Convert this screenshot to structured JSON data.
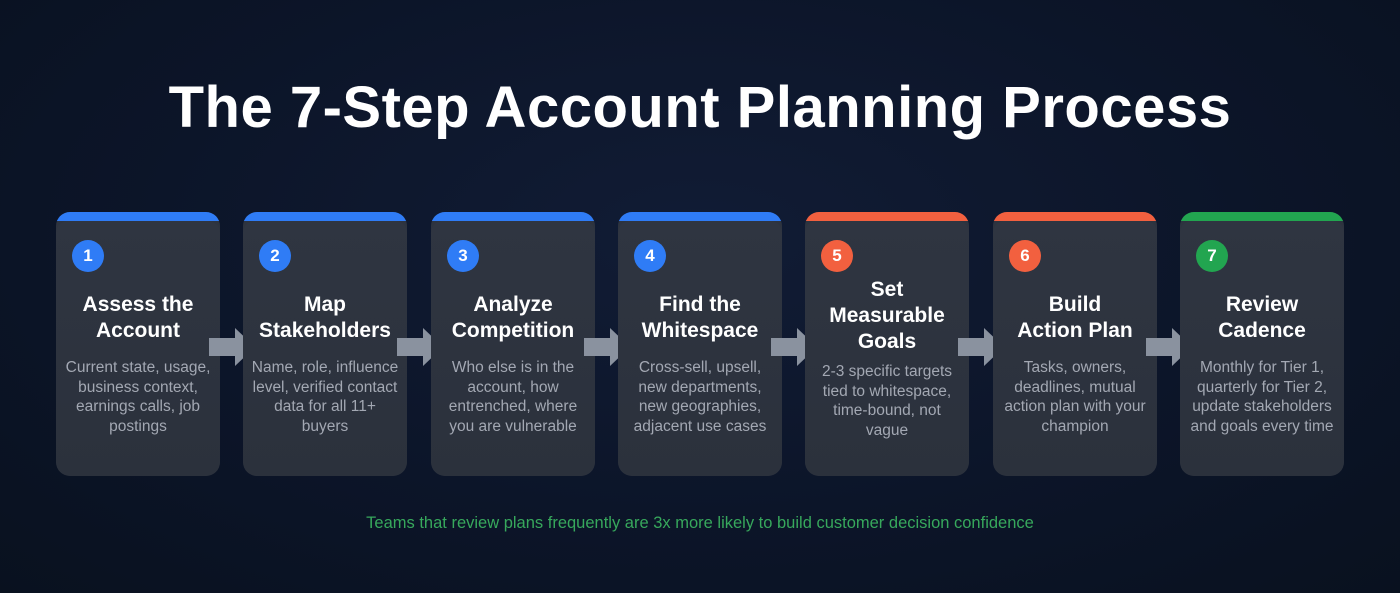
{
  "title": "The 7-Step Account Planning Process",
  "colors": {
    "background": "#0c1529",
    "card": "#2d333f",
    "blue": "#2f7cf6",
    "orange": "#f2603f",
    "green": "#22a550",
    "arrow": "#8a929f",
    "footer_text": "#37a85c",
    "description_text": "#a3a8b3"
  },
  "steps": [
    {
      "number": "1",
      "title_line1": "Assess the",
      "title_line2": "Account",
      "title_line3": "",
      "accent": "blue",
      "description": "Current state, usage, business context, earnings calls, job postings"
    },
    {
      "number": "2",
      "title_line1": "Map",
      "title_line2": "Stakeholders",
      "title_line3": "",
      "accent": "blue",
      "description": "Name, role, influence level, verified contact data for all 11+ buyers"
    },
    {
      "number": "3",
      "title_line1": "Analyze",
      "title_line2": "Competition",
      "title_line3": "",
      "accent": "blue",
      "description": "Who else is in the account, how entrenched, where you are vulnerable"
    },
    {
      "number": "4",
      "title_line1": "Find the",
      "title_line2": "Whitespace",
      "title_line3": "",
      "accent": "blue",
      "description": "Cross-sell, upsell, new departments, new geographies, adjacent use cases"
    },
    {
      "number": "5",
      "title_line1": "Set",
      "title_line2": "Measurable",
      "title_line3": "Goals",
      "accent": "orange",
      "description": "2-3 specific targets tied to whitespace, time-bound, not vague"
    },
    {
      "number": "6",
      "title_line1": "Build",
      "title_line2": "Action Plan",
      "title_line3": "",
      "accent": "orange",
      "description": "Tasks, owners, deadlines, mutual action plan with your champion"
    },
    {
      "number": "7",
      "title_line1": "Review",
      "title_line2": "Cadence",
      "title_line3": "",
      "accent": "green",
      "description": "Monthly for Tier 1, quarterly for Tier 2, update stakeholders and goals every time"
    }
  ],
  "arrow_icon": "right-arrow",
  "footer": "Teams that review plans frequently are 3x more likely to build customer decision confidence"
}
